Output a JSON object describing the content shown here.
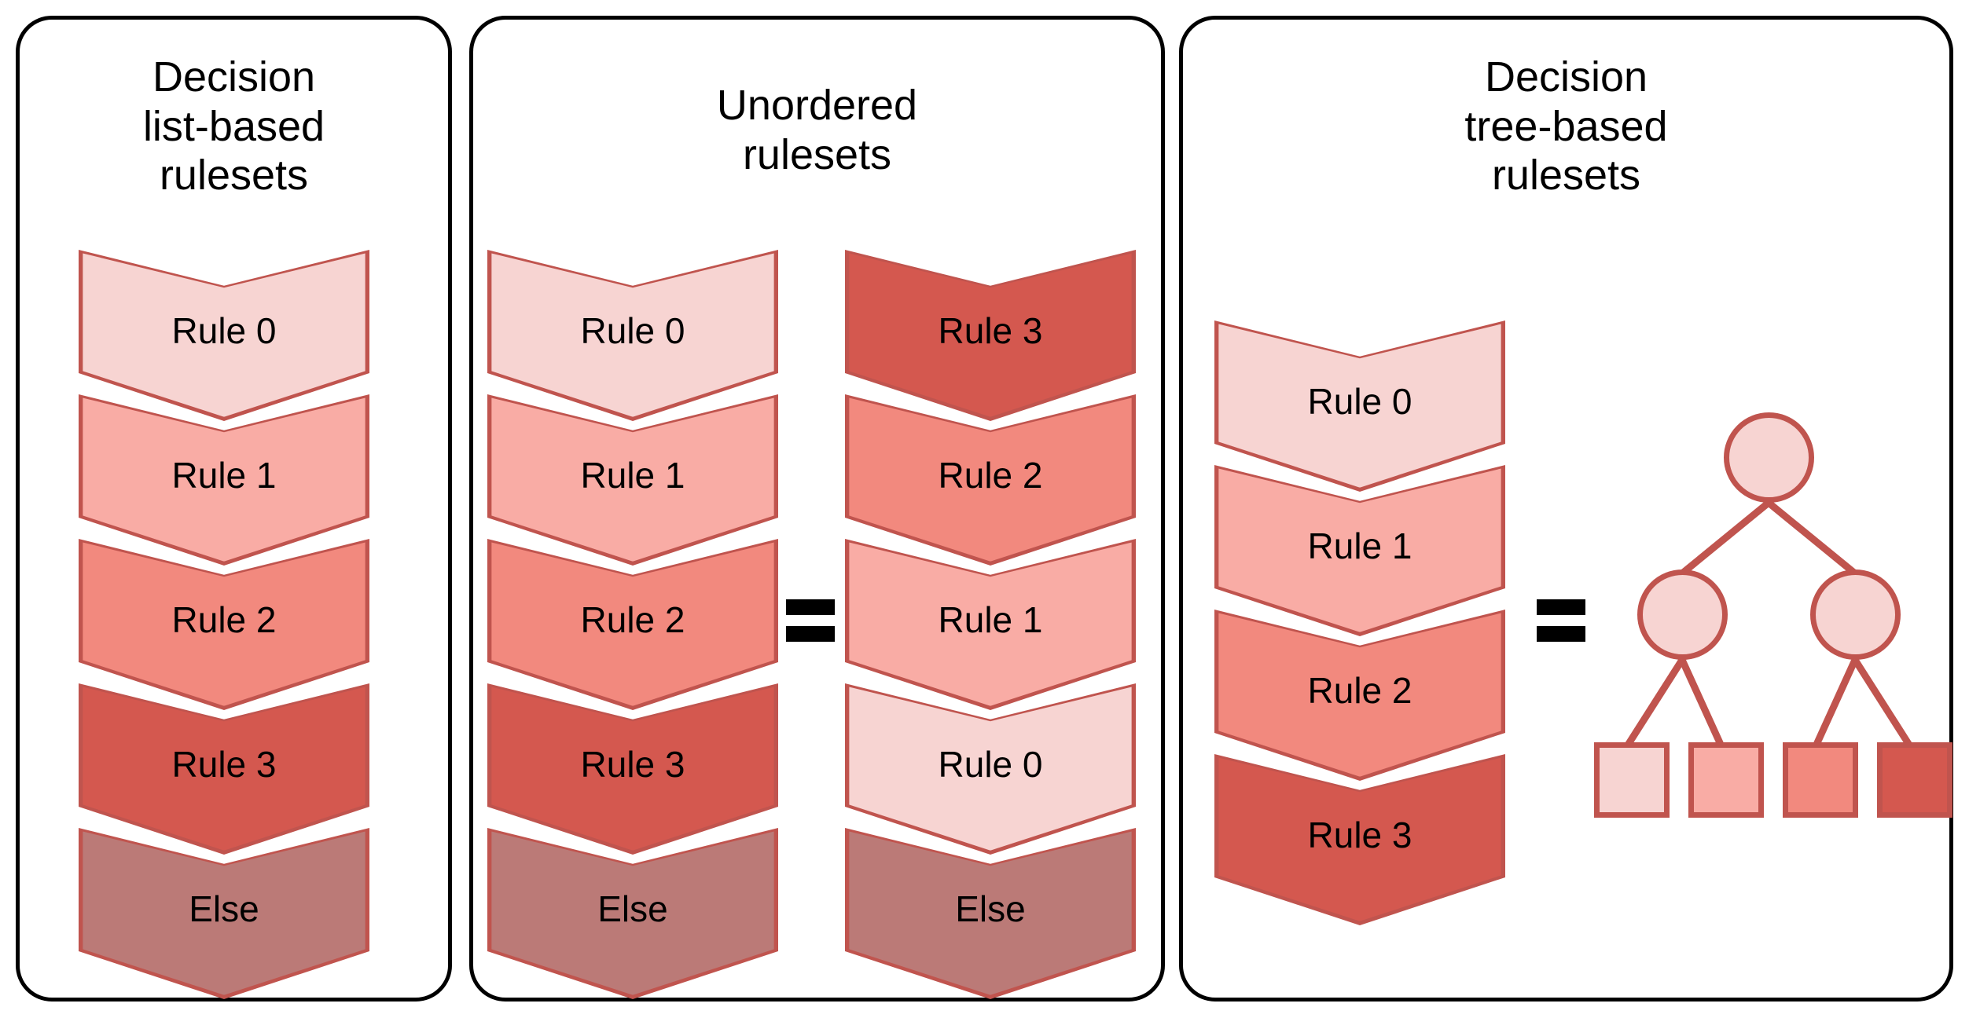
{
  "figure": {
    "kind": "three-panel rule representation diagram",
    "accent_border": "#c0544e",
    "panel_border": "#000000",
    "background": "#ffffff"
  },
  "color_ramp": {
    "level0": "#f7d4d2",
    "level1": "#f9aca5",
    "level2": "#f2897e",
    "level3": "#d4584f",
    "else": "#bb7a77",
    "outline": "#c0544e"
  },
  "panels": [
    {
      "id": "decision-list-based",
      "title": "Decision\nlist-based\nrulesets",
      "columns": [
        {
          "id": "list-column",
          "rules": [
            {
              "label": "Rule 0",
              "shade": "level0"
            },
            {
              "label": "Rule 1",
              "shade": "level1"
            },
            {
              "label": "Rule 2",
              "shade": "level2"
            },
            {
              "label": "Rule 3",
              "shade": "level3"
            },
            {
              "label": "Else",
              "shade": "else"
            }
          ]
        }
      ],
      "equals": false,
      "tree": false
    },
    {
      "id": "unordered-rulesets",
      "title": "Unordered\nrulesets",
      "equals_label": "=",
      "columns": [
        {
          "id": "unordered-left-column",
          "rules": [
            {
              "label": "Rule 0",
              "shade": "level0"
            },
            {
              "label": "Rule 1",
              "shade": "level1"
            },
            {
              "label": "Rule 2",
              "shade": "level2"
            },
            {
              "label": "Rule 3",
              "shade": "level3"
            },
            {
              "label": "Else",
              "shade": "else"
            }
          ]
        },
        {
          "id": "unordered-right-column",
          "rules": [
            {
              "label": "Rule 3",
              "shade": "level3"
            },
            {
              "label": "Rule 2",
              "shade": "level2"
            },
            {
              "label": "Rule 1",
              "shade": "level1"
            },
            {
              "label": "Rule 0",
              "shade": "level0"
            },
            {
              "label": "Else",
              "shade": "else"
            }
          ]
        }
      ],
      "equals": true,
      "tree": false
    },
    {
      "id": "decision-tree-based",
      "title": "Decision\ntree-based\nrulesets",
      "equals_label": "=",
      "columns": [
        {
          "id": "tree-rule-column",
          "rules": [
            {
              "label": "Rule 0",
              "shade": "level0"
            },
            {
              "label": "Rule 1",
              "shade": "level1"
            },
            {
              "label": "Rule 2",
              "shade": "level2"
            },
            {
              "label": "Rule 3",
              "shade": "level3"
            }
          ]
        }
      ],
      "equals": true,
      "tree": true,
      "tree_structure": {
        "root": {
          "shade": "level0"
        },
        "internal": [
          {
            "shade": "level0"
          },
          {
            "shade": "level0"
          }
        ],
        "leaves": [
          {
            "shade": "level0"
          },
          {
            "shade": "level1"
          },
          {
            "shade": "level2"
          },
          {
            "shade": "level3"
          }
        ]
      }
    }
  ]
}
